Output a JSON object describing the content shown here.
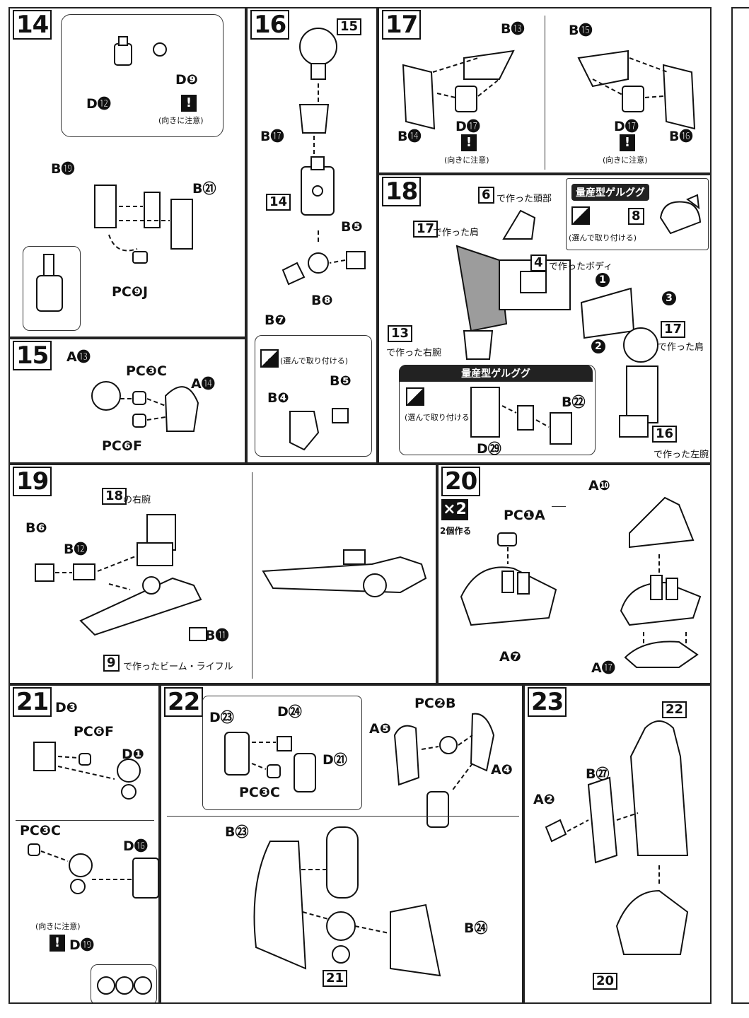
{
  "steps": {
    "s14": {
      "number": "14",
      "d9": "D❾",
      "d12": "D⓬",
      "b19": "B⓳",
      "b21": "B㉑",
      "pcj": "PC❾J",
      "note": "(向きに注意)"
    },
    "s15": {
      "number": "15",
      "a13": "A⓭",
      "a14": "A⓮",
      "pcc": "PC❸C",
      "pcf": "PC❻F"
    },
    "s16": {
      "number": "16",
      "ref15": "15",
      "ref14": "14",
      "b17": "B⓱",
      "b5": "B❺",
      "b8": "B❽",
      "b7": "B❼",
      "b4": "B❹",
      "b5b": "B❺",
      "choice": "(選んで取り付ける)"
    },
    "s17": {
      "number": "17",
      "b13": "B⓭",
      "b14": "B⓮",
      "b15": "B⓯",
      "b16": "B⓰",
      "d17a": "D⓱",
      "d17b": "D⓱",
      "note_a": "(向きに注意)",
      "note_b": "(向きに注意)"
    },
    "s18": {
      "number": "18",
      "ref6": "6",
      "head": "で作った頭部",
      "mass": "量産型ゲルググ",
      "choice": "(選んで取り付ける)",
      "ref8": "8",
      "ref17a": "17",
      "shoulder_a": "で作った肩",
      "ref4": "4",
      "body": "で作ったボディ",
      "ref17b": "17",
      "shoulder_b": "で作った肩",
      "ref13": "13",
      "right_arm": "で作った右腕",
      "mass2": "量産型ゲルググ",
      "choice2": "(選んで取り付ける)",
      "b22": "B㉒",
      "d29": "D㉙",
      "ref16": "16",
      "left_arm": "で作った左腕",
      "step1": "1",
      "step2": "2",
      "step3": "3"
    },
    "s19": {
      "number": "19",
      "ref18": "18",
      "right_arm": "の右腕",
      "b6": "B❻",
      "b12": "B⓬",
      "b11": "B⓫",
      "ref9": "9",
      "rifle": "で作ったビーム・ライフル"
    },
    "s20": {
      "number": "20",
      "x2": "×2",
      "make2": "2個作る",
      "pca": "PC❶A",
      "a7": "A❼",
      "a10": "A❿",
      "a17": "A⓱"
    },
    "s21": {
      "number": "21",
      "d3": "D❸",
      "pcf": "PC❻F",
      "d1": "D❶",
      "pcc": "PC❸C",
      "d16": "D⓰",
      "d19": "D⓳",
      "note": "(向きに注意)"
    },
    "s22": {
      "number": "22",
      "d23": "D㉓",
      "d24": "D㉔",
      "d21": "D㉑",
      "pcc": "PC❸C",
      "pcb": "PC❷B",
      "a5": "A❺",
      "a4": "A❹",
      "b23": "B㉓",
      "b24": "B㉔",
      "ref21": "21"
    },
    "s23": {
      "number": "23",
      "ref22": "22",
      "b27": "B㉗",
      "a2": "A❷",
      "ref20": "20"
    }
  }
}
